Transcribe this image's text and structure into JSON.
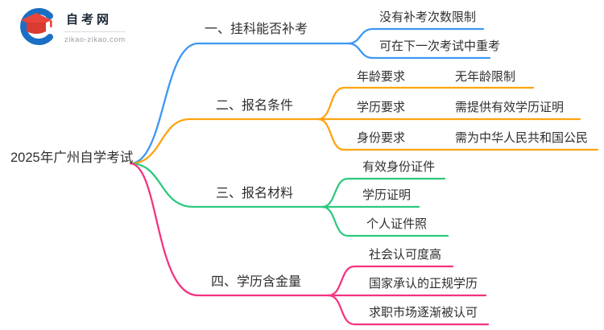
{
  "logo": {
    "title": "自考网",
    "subtitle": "zikao-zikao.com",
    "icon_crescent_color": "#1a6fc4",
    "icon_cap_color": "#e8453c"
  },
  "root": {
    "label": "2025年广州自学考试"
  },
  "branches": [
    {
      "label": "一、挂科能否补考",
      "color": "#3e97f2",
      "children": [
        {
          "label": "没有补考次数限制"
        },
        {
          "label": "可在下一次考试中重考"
        }
      ]
    },
    {
      "label": "二、报名条件",
      "color": "#ffa410",
      "children": [
        {
          "label": "年龄要求",
          "value": "无年龄限制"
        },
        {
          "label": "学历要求",
          "value": "需提供有效学历证明"
        },
        {
          "label": "身份要求",
          "value": "需为中华人民共和国公民"
        }
      ]
    },
    {
      "label": "三、报名材料",
      "color": "#2dc97e",
      "children": [
        {
          "label": "有效身份证件"
        },
        {
          "label": "学历证明"
        },
        {
          "label": "个人证件照"
        }
      ]
    },
    {
      "label": "四、学历含金量",
      "color": "#f53380",
      "children": [
        {
          "label": "社会认可度高"
        },
        {
          "label": "国家承认的正规学历"
        },
        {
          "label": "求职市场逐渐被认可"
        }
      ]
    }
  ]
}
